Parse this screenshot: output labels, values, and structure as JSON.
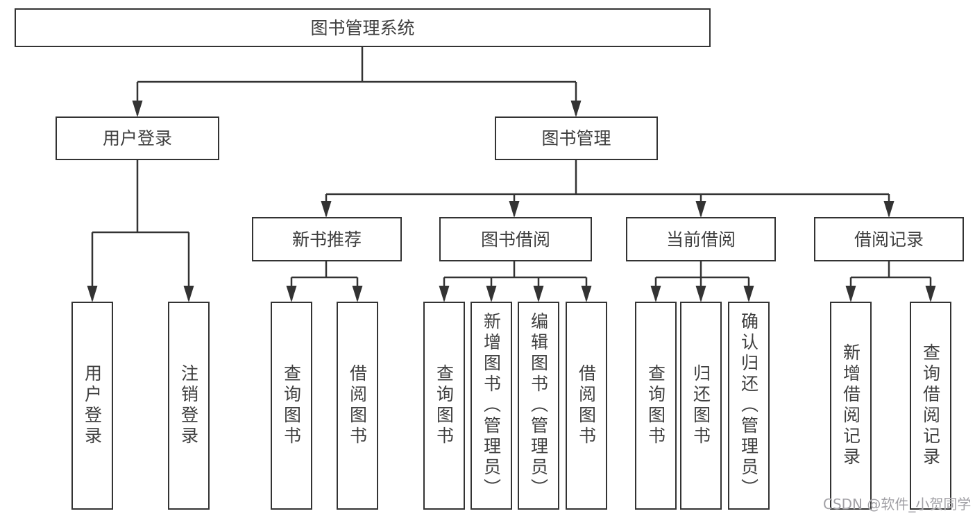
{
  "watermark": "CSDN @软件_小贺同学",
  "colors": {
    "line": "#333333",
    "text": "#3f3f3f",
    "box_background": "#ffffff",
    "watermark": "#a1a0a5"
  },
  "tree": {
    "root": {
      "label": "图书管理系统"
    },
    "branches": [
      {
        "label": "用户登录",
        "leaves": [
          {
            "label": "用户登录"
          },
          {
            "label": "注销登录"
          }
        ]
      },
      {
        "label": "图书管理",
        "sections": [
          {
            "label": "新书推荐",
            "leaves": [
              {
                "label": "查询图书"
              },
              {
                "label": "借阅图书"
              }
            ]
          },
          {
            "label": "图书借阅",
            "leaves": [
              {
                "label": "查询图书"
              },
              {
                "label": "新增图书（管理员）"
              },
              {
                "label": "编辑图书（管理员）"
              },
              {
                "label": "借阅图书"
              }
            ]
          },
          {
            "label": "当前借阅",
            "leaves": [
              {
                "label": "查询图书"
              },
              {
                "label": "归还图书"
              },
              {
                "label": "确认归还（管理员）"
              }
            ]
          },
          {
            "label": "借阅记录",
            "leaves": [
              {
                "label": "新增借阅记录"
              },
              {
                "label": "查询借阅记录"
              }
            ]
          }
        ]
      }
    ]
  }
}
